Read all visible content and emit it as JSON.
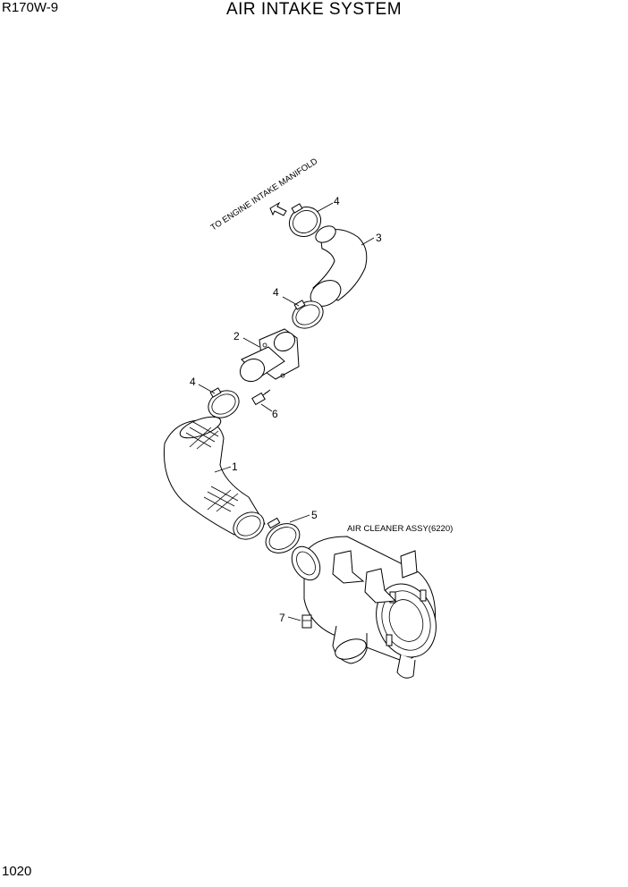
{
  "header": {
    "model": "R170W-9",
    "title": "AIR INTAKE SYSTEM"
  },
  "footer": {
    "page_number": "1020"
  },
  "annotations": {
    "direction_label": "TO ENGINE INTAKE MANIFOLD",
    "assembly_label": "AIR CLEANER ASSY(6220)"
  },
  "callouts": {
    "hose_elbow_lower": "1",
    "adapter_flange": "2",
    "hose_elbow_upper": "3",
    "clamp_top": "4",
    "clamp_upper_mid": "4",
    "clamp_lower_mid": "4",
    "clamp_cleaner": "5",
    "bolt": "6",
    "indicator": "7"
  },
  "colors": {
    "line": "#000000",
    "background": "#ffffff"
  }
}
